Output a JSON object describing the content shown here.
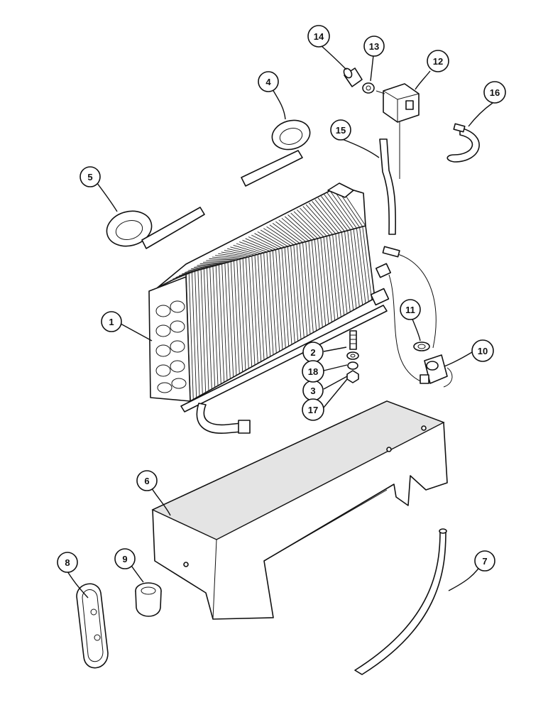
{
  "callouts": [
    {
      "id": "1",
      "label": "1"
    },
    {
      "id": "2",
      "label": "2"
    },
    {
      "id": "3",
      "label": "3"
    },
    {
      "id": "4",
      "label": "4"
    },
    {
      "id": "5",
      "label": "5"
    },
    {
      "id": "6",
      "label": "6"
    },
    {
      "id": "7",
      "label": "7"
    },
    {
      "id": "8",
      "label": "8"
    },
    {
      "id": "9",
      "label": "9"
    },
    {
      "id": "10",
      "label": "10"
    },
    {
      "id": "11",
      "label": "11"
    },
    {
      "id": "12",
      "label": "12"
    },
    {
      "id": "13",
      "label": "13"
    },
    {
      "id": "14",
      "label": "14"
    },
    {
      "id": "15",
      "label": "15"
    },
    {
      "id": "16",
      "label": "16"
    },
    {
      "id": "17",
      "label": "17"
    },
    {
      "id": "18",
      "label": "18"
    }
  ],
  "colors": {
    "ink": "#111111",
    "paper": "#ffffff",
    "shade": "#e4e4e4"
  }
}
